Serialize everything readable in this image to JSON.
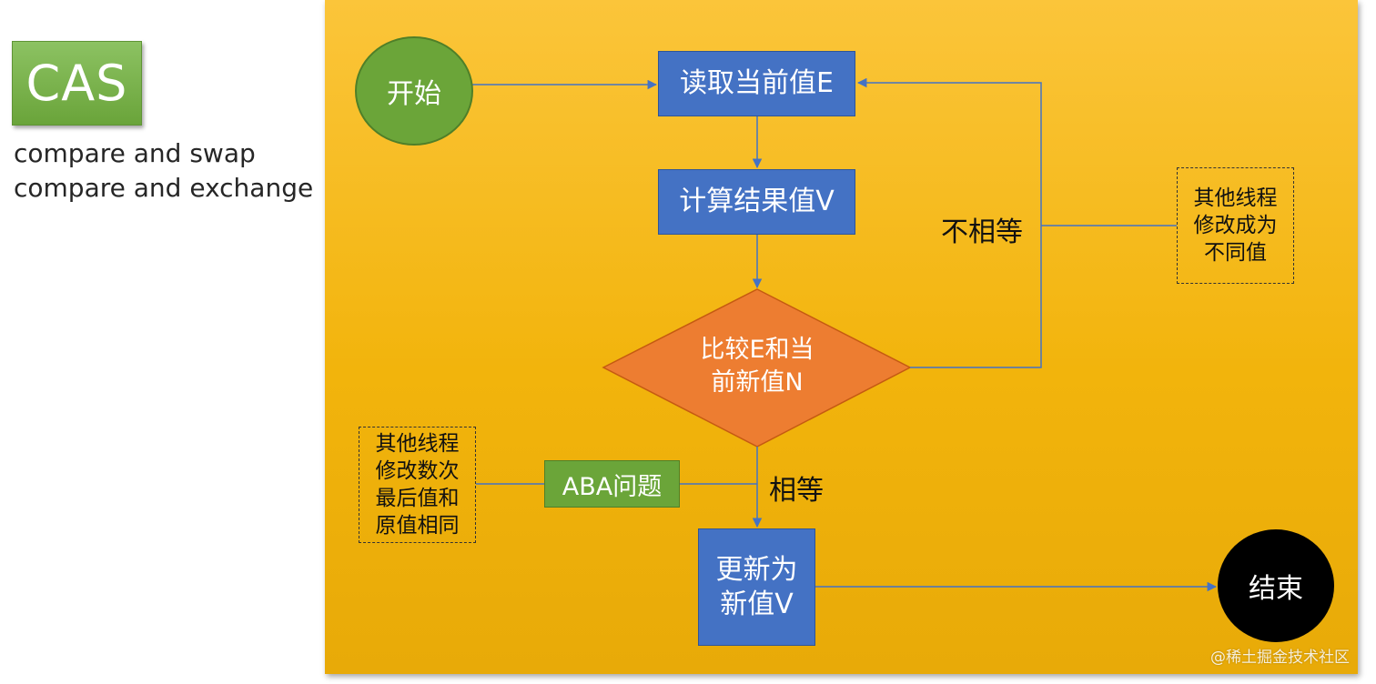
{
  "cas": {
    "title": "CAS",
    "lines": [
      "compare and swap",
      "compare and exchange"
    ]
  },
  "flow": {
    "start": "开始",
    "read": "读取当前值E",
    "compute": "计算结果值V",
    "compare": [
      "比较E和当",
      "前新值N"
    ],
    "update": [
      "更新为",
      "新值V"
    ],
    "end": "结束",
    "not_equal": "不相等",
    "equal": "相等",
    "aba": "ABA问题",
    "note_right": [
      "其他线程",
      "修改成为",
      "不同值"
    ],
    "note_left": [
      "其他线程",
      "修改数次",
      "最后值和",
      "原值相同"
    ]
  },
  "colors": {
    "panel": "#f5b714",
    "process": "#4472c4",
    "decision": "#ed7d31",
    "start": "#6ba539",
    "end": "#000000",
    "line": "#4472c4"
  },
  "watermark": "@稀土掘金技术社区"
}
